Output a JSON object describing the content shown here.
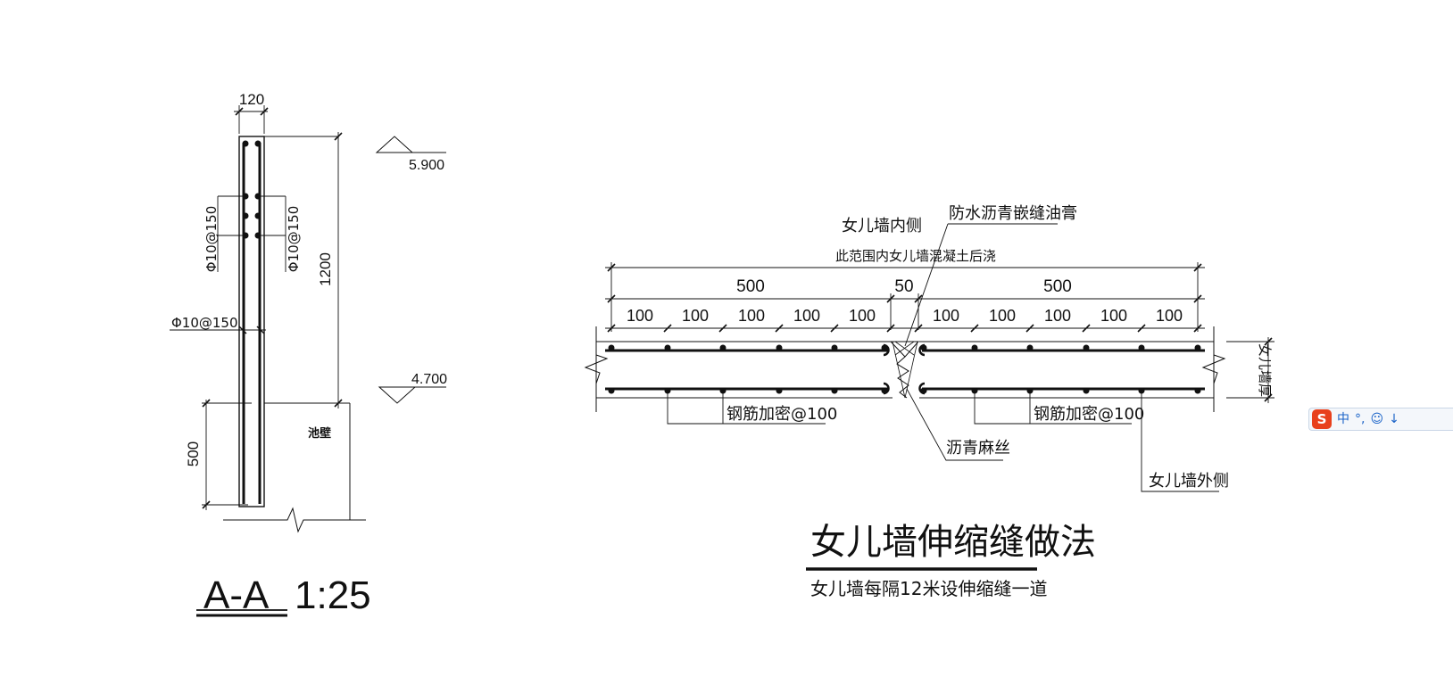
{
  "section": {
    "dim_width": "120",
    "dim_height": "1200",
    "dim_bottom": "500",
    "elev_top": "5.900",
    "elev_bottom": "4.700",
    "rebar_left": "Φ10@150",
    "rebar_right": "Φ10@150",
    "rebar_horizontal": "Φ10@150",
    "wall_label": "池壁",
    "title": "A-A",
    "scale": "1:25"
  },
  "joint": {
    "label_inner": "女儿墙内侧",
    "label_sealant": "防水沥青嵌缝油膏",
    "label_range": "此范围内女儿墙混凝土后浇",
    "dim_left": "500",
    "dim_gap": "50",
    "dim_right": "500",
    "dim_spacing": [
      "100",
      "100",
      "100",
      "100",
      "100",
      "100",
      "100",
      "100",
      "100",
      "100"
    ],
    "label_rebar_left": "钢筋加密@100",
    "label_rebar_right": "钢筋加密@100",
    "label_hemp": "沥青麻丝",
    "label_outer": "女儿墙外侧",
    "label_thickness": "女儿墙厚",
    "title": "女儿墙伸缩缝做法",
    "subtitle": "女儿墙每隔12米设伸缩缝一道"
  },
  "ime_toolbar": {
    "logo": "S",
    "lang": "中",
    "punct": "°,",
    "emoji": "☺",
    "more": "↓"
  }
}
